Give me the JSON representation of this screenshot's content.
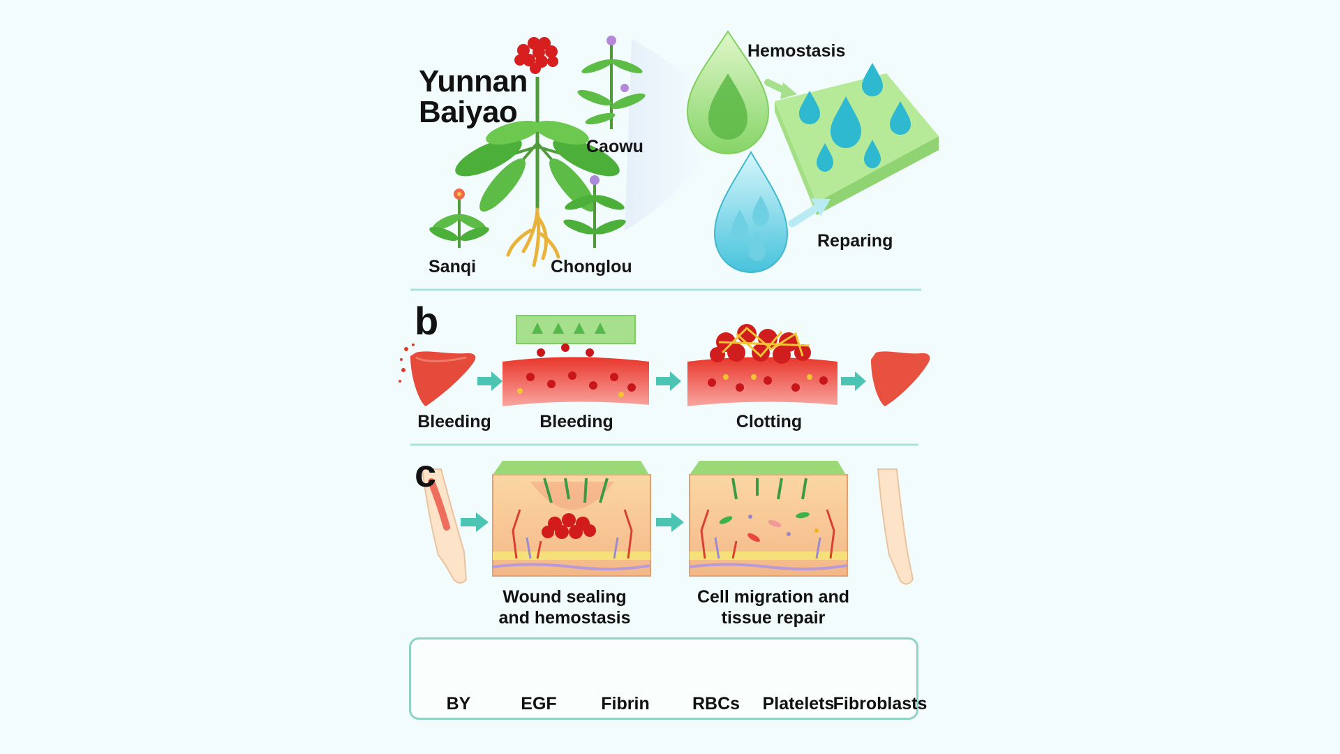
{
  "panel_a": {
    "title_line1": "Yunnan",
    "title_line2": "Baiyao",
    "herbs": [
      "Sanqi",
      "Caowu",
      "Chonglou"
    ],
    "labels": [
      "Hemostasis",
      "Reparing"
    ]
  },
  "panel_b": {
    "letter": "b",
    "steps": [
      "Bleeding",
      "Bleeding",
      "Clotting"
    ]
  },
  "panel_c": {
    "letter": "c",
    "captions": [
      {
        "line1": "Wound sealing",
        "line2": "and hemostasis"
      },
      {
        "line1": "Cell migration and",
        "line2": "tissue repair"
      }
    ]
  },
  "legend": {
    "items": [
      {
        "label": "BY",
        "icon": "by-rod-icon",
        "color": "#3aa84a"
      },
      {
        "label": "EGF",
        "icon": "egf-dots-icon",
        "color": "#9a86c4"
      },
      {
        "label": "Fibrin",
        "icon": "fibrin-strands-icon",
        "color": "#d49a6a"
      },
      {
        "label": "RBCs",
        "icon": "rbc-icon",
        "color": "#d8231f"
      },
      {
        "label": "Platelets",
        "icon": "platelet-icon",
        "color": "#f2b31c"
      },
      {
        "label": "Fibroblasts",
        "icon": "fibroblast-icon",
        "color": "#f2a0a0"
      }
    ]
  },
  "colors": {
    "background": "#f3fcfc",
    "divider": "#a9e2dc",
    "arrow": "#4cc4b4",
    "hydrogel_green": "#9ade7a",
    "water_blue": "#39bfd6",
    "blood_red": "#d8231f"
  }
}
